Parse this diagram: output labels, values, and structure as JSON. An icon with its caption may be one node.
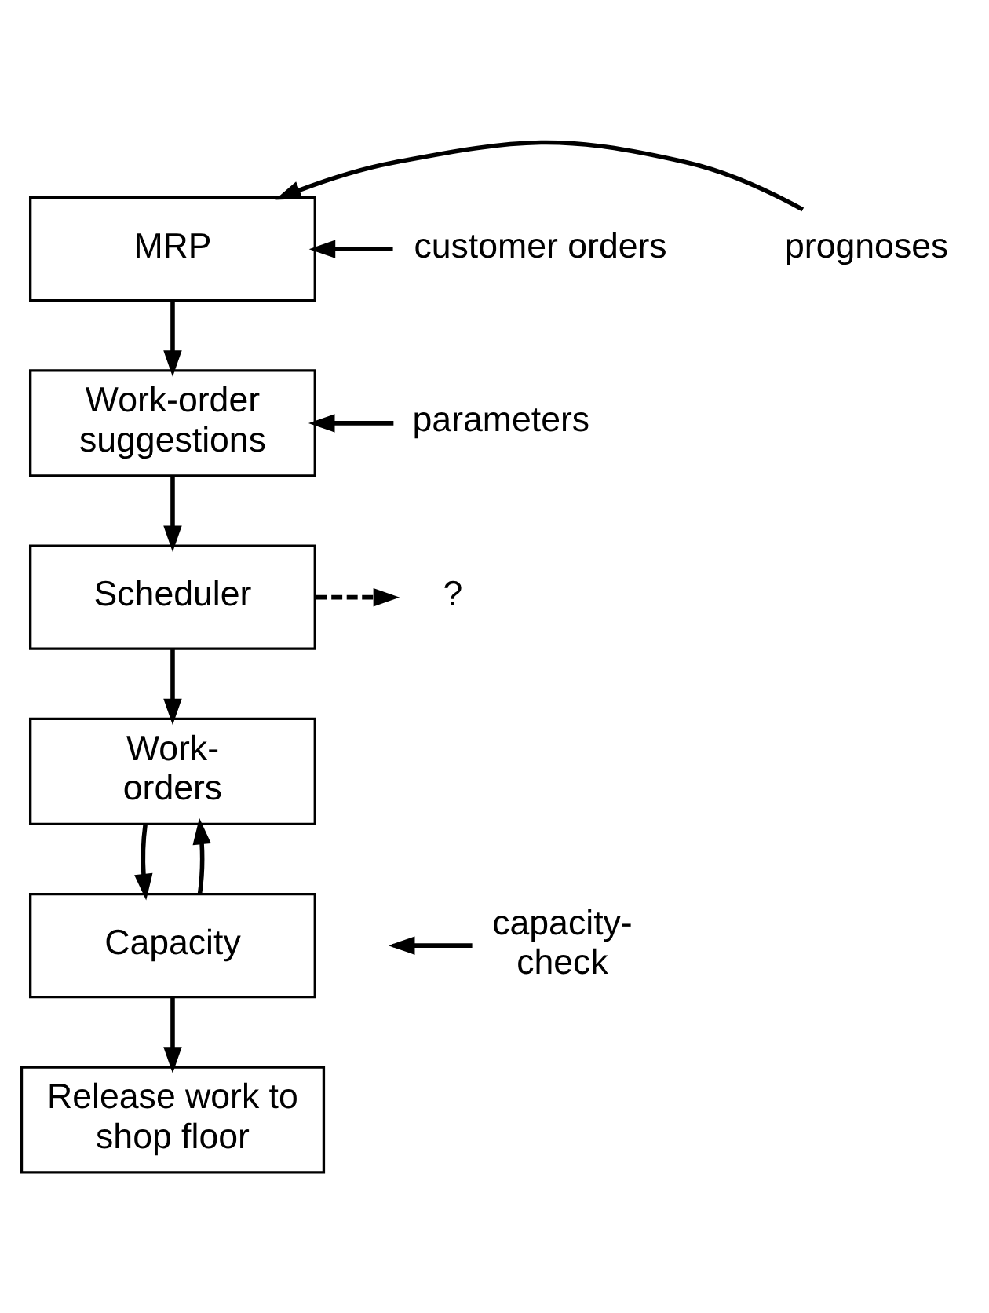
{
  "diagram": {
    "nodes": [
      {
        "text": [
          "MRP"
        ]
      },
      {
        "text": [
          "Work-order suggestions"
        ]
      },
      {
        "text": [
          "Scheduler"
        ]
      },
      {
        "text": [
          "Work-orders"
        ]
      },
      {
        "text": [
          "Capacity"
        ]
      },
      {
        "text": [
          "Release work to shop floor"
        ]
      },
      {
        "text": [
          "prognoses"
        ]
      },
      {
        "text": [
          "customer orders"
        ]
      },
      {
        "text": [
          "parameters"
        ]
      },
      {
        "text": [
          "?"
        ]
      },
      {
        "text": [
          "capacity-check"
        ]
      }
    ],
    "edges": [
      {
        "from": 6,
        "to": 0,
        "arrow": "to"
      },
      {
        "from": 7,
        "to": 0,
        "arrow": "to"
      },
      {
        "from": 0,
        "to": 1,
        "arrow": "to"
      },
      {
        "from": 8,
        "to": 1,
        "arrow": "to"
      },
      {
        "from": 1,
        "to": 2,
        "arrow": "to"
      },
      {
        "from": 2,
        "to": 9,
        "arrow": "to",
        "style": "dashed"
      },
      {
        "from": 2,
        "to": 3,
        "arrow": "to"
      },
      {
        "from": 3,
        "to": 4,
        "arrow": "to"
      },
      {
        "from": 4,
        "to": 3,
        "arrow": "to"
      },
      {
        "from": 10,
        "to": null,
        "arrow": "to"
      },
      {
        "from": 4,
        "to": 5,
        "arrow": "to"
      }
    ]
  }
}
